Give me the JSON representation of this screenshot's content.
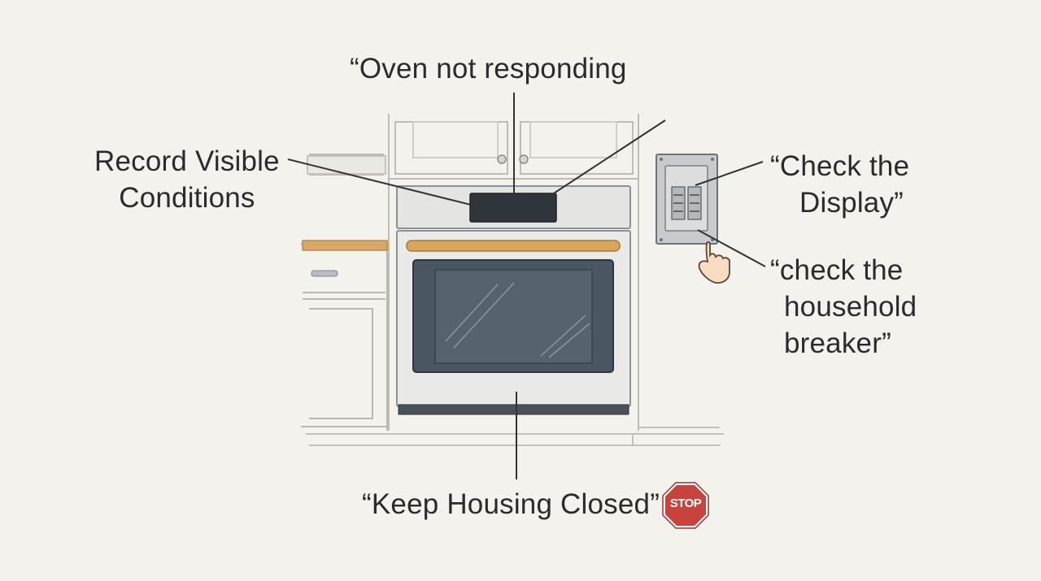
{
  "labels": {
    "oven_not_responding": "“Oven not responding",
    "record_line1": "Record Visible",
    "record_line2": "Conditions",
    "display_line1": "“Check the",
    "display_line2": "Display”",
    "breaker_line1": "“check the",
    "breaker_line2": "household",
    "breaker_line3": "breaker”",
    "keep_closed": "“Keep Housing Closed”"
  },
  "stop_sign": {
    "text": "STOP",
    "color": "#c9433e"
  },
  "icons": [
    "wall-oven-illustration",
    "kitchen-cabinets",
    "breaker-panel-icon",
    "pointing-hand-icon",
    "stop-sign-icon"
  ],
  "colors": {
    "background": "#f3f2ed",
    "line": "#3a3a3a",
    "oven_body": "#e6e6e6",
    "oven_window": "#4a5661",
    "handle": "#d8a55c",
    "countertop": "#d9a868"
  }
}
